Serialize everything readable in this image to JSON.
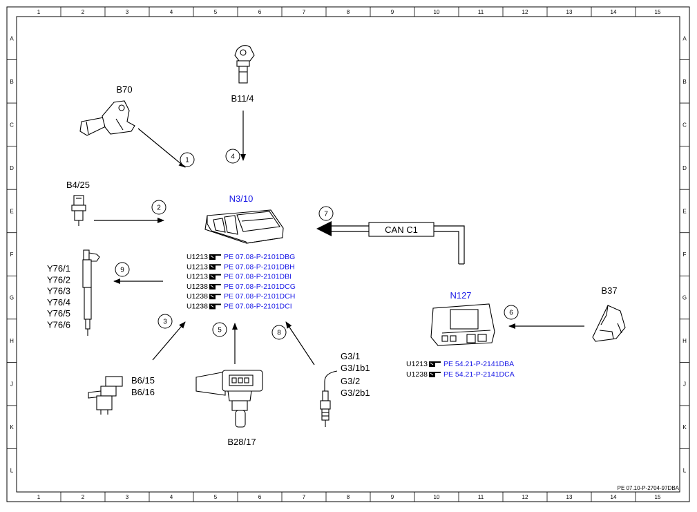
{
  "frame": {
    "columns": [
      "1",
      "2",
      "3",
      "4",
      "5",
      "6",
      "7",
      "8",
      "9",
      "10",
      "11",
      "12",
      "13",
      "14",
      "15"
    ],
    "rows": [
      "A",
      "B",
      "C",
      "D",
      "E",
      "F",
      "G",
      "H",
      "J",
      "K",
      "L"
    ],
    "footer_code": "PE 07.10-P-2704-97DBA"
  },
  "components": {
    "b70": "B70",
    "b11_4": "B11/4",
    "b4_25": "B4/25",
    "n3_10": "N3/10",
    "n127": "N127",
    "b37": "B37",
    "injectors": [
      "Y76/1",
      "Y76/2",
      "Y76/3",
      "Y76/4",
      "Y76/5",
      "Y76/6"
    ],
    "b6": [
      "B6/15",
      "B6/16"
    ],
    "b28_17": "B28/17",
    "g3": [
      "G3/1",
      "G3/1b1",
      "G3/2",
      "G3/2b1"
    ],
    "can_label": "CAN C1"
  },
  "references_n3_10": [
    {
      "code": "U1213",
      "ref": "PE 07.08-P-2101DBG"
    },
    {
      "code": "U1213",
      "ref": "PE 07.08-P-2101DBH"
    },
    {
      "code": "U1213",
      "ref": "PE 07.08-P-2101DBI"
    },
    {
      "code": "U1238",
      "ref": "PE 07.08-P-2101DCG"
    },
    {
      "code": "U1238",
      "ref": "PE 07.08-P-2101DCH"
    },
    {
      "code": "U1238",
      "ref": "PE 07.08-P-2101DCI"
    }
  ],
  "references_n127": [
    {
      "code": "U1213",
      "ref": "PE 54.21-P-2141DBA"
    },
    {
      "code": "U1238",
      "ref": "PE 54.21-P-2141DCA"
    }
  ],
  "signals": [
    "1",
    "2",
    "3",
    "4",
    "5",
    "6",
    "7",
    "8",
    "9"
  ],
  "colors": {
    "link": "#1a1ae6",
    "line": "#000000"
  }
}
